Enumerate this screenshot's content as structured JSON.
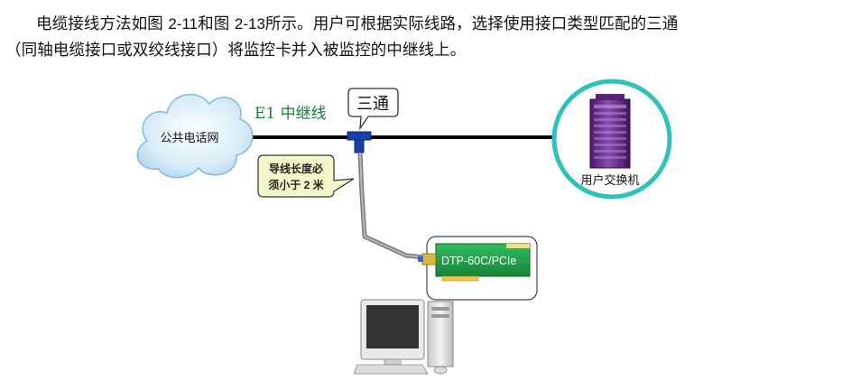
{
  "paragraph": {
    "line1_a": "电缆接线方法如图 ",
    "ref1": "2-11",
    "line1_b": "和图 ",
    "ref2": "2-13",
    "line1_c": "所示。用户可根据实际线路，选择使用接口类型匹配的三通",
    "line2": "（同轴电缆接口或双绞线接口）将监控卡并入被监控的中继线上。"
  },
  "diagram": {
    "trunk_label": "E1 中继线",
    "tee_label": "三通",
    "cloud_label": "公共电话网",
    "cable_note_line1": "导线长度必",
    "cable_note_line2": "须小于 2 米",
    "card_label": "DTP-60C/PCIe",
    "switch_label": "用户交换机"
  },
  "colors": {
    "trunk_line": "#000000",
    "tee_body": "#1b3fa8",
    "cloud_fill": "#d7ecf8",
    "note_fill": "#f4f8c8",
    "card_fill": "#1fa24a",
    "switch_ring": "#2fc2bb",
    "switch_body": "#6b2a8c"
  },
  "icons": [
    "cloud-icon",
    "tee-connector-icon",
    "pci-card-icon",
    "pbx-cabinet-icon",
    "desktop-computer-icon"
  ]
}
